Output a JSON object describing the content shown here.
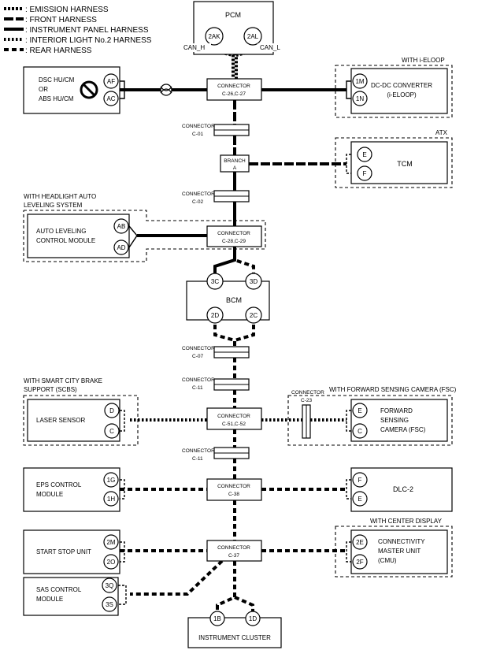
{
  "legend": [
    {
      "key": "emission",
      "label": ": EMISSION HARNESS"
    },
    {
      "key": "front",
      "label": ": FRONT HARNESS"
    },
    {
      "key": "instrument",
      "label": ": INSTRUMENT PANEL HARNESS"
    },
    {
      "key": "interior",
      "label": ": INTERIOR LIGHT No.2 HARNESS"
    },
    {
      "key": "rear",
      "label": ": REAR HARNESS"
    }
  ],
  "modules": {
    "pcm": "PCM",
    "dsc": [
      "DSC HU/CM",
      "OR",
      "ABS HU/CM"
    ],
    "dcdc": [
      "DC-DC CONVERTER",
      "(i-ELOOP)"
    ],
    "tcm": "TCM",
    "autolevel": [
      "AUTO LEVELING",
      "CONTROL MODULE"
    ],
    "bcm": "BCM",
    "laser": "LASER SENSOR",
    "fsc": [
      "FORWARD",
      "SENSING",
      "CAMERA (FSC)"
    ],
    "eps": [
      "EPS CONTROL",
      "MODULE"
    ],
    "dlc": "DLC-2",
    "startstop": "START STOP UNIT",
    "cmu": [
      "CONNECTIVITY",
      "MASTER UNIT",
      "(CMU)"
    ],
    "sas": [
      "SAS CONTROL",
      "MODULE"
    ],
    "cluster": "INSTRUMENT CLUSTER"
  },
  "pins": {
    "pcm": [
      "2AK",
      "2AL"
    ],
    "dsc": [
      "AF",
      "AC"
    ],
    "dcdc": [
      "1M",
      "1N"
    ],
    "tcm": [
      "E",
      "F"
    ],
    "autolevel": [
      "AB",
      "AD"
    ],
    "bcm_top": [
      "3C",
      "3D"
    ],
    "bcm_bottom": [
      "2D",
      "2C"
    ],
    "laser": [
      "D",
      "C"
    ],
    "fsc": [
      "E",
      "C"
    ],
    "eps": [
      "1G",
      "1H"
    ],
    "dlc": [
      "F",
      "E"
    ],
    "startstop": [
      "2M",
      "2O"
    ],
    "cmu": [
      "2E",
      "2F"
    ],
    "sas": [
      "3Q",
      "3S"
    ],
    "cluster": [
      "1B",
      "1D"
    ]
  },
  "connectors": {
    "c26": [
      "CONNECTOR",
      "C-26,C-27"
    ],
    "c01": [
      "CONNECTOR",
      "C-01"
    ],
    "branch": [
      "BRANCH",
      "A"
    ],
    "c02": [
      "CONNECTOR",
      "C-02"
    ],
    "c28": [
      "CONNECTOR",
      "C-28,C-29"
    ],
    "c07": [
      "CONNECTOR",
      "C-07"
    ],
    "c11a": [
      "CONNECTOR",
      "C-11"
    ],
    "c51": [
      "CONNECTOR",
      "C-51,C-52"
    ],
    "c23": [
      "CONNECTOR",
      "C-23"
    ],
    "c11b": [
      "CONNECTOR",
      "C-11"
    ],
    "c38": [
      "CONNECTOR",
      "C-38"
    ],
    "c37": [
      "CONNECTOR",
      "C-37"
    ]
  },
  "options": {
    "eloop": "WITH i-ELOOP",
    "atx": "ATX",
    "headlight": [
      "WITH HEADLIGHT AUTO",
      "LEVELING SYSTEM"
    ],
    "scbs": [
      "WITH SMART CITY BRAKE",
      "SUPPORT (SCBS)"
    ],
    "fsc": "WITH FORWARD SENSING CAMERA (FSC)",
    "center": "WITH CENTER DISPLAY"
  },
  "can_labels": {
    "high": "CAN_H",
    "low": "CAN_L"
  }
}
